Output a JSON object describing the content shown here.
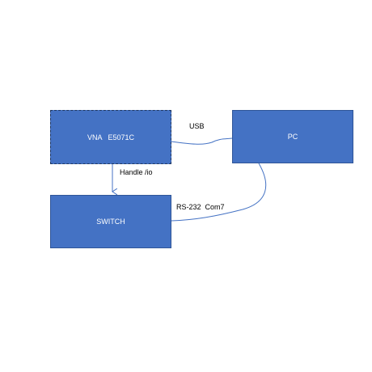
{
  "colors": {
    "box_fill": "#4472c4",
    "box_border": "#2f5597",
    "box_text": "#ffffff",
    "connector": "#4472c4",
    "label_text": "#000000"
  },
  "nodes": {
    "vna": {
      "label": "VNA   E5071C"
    },
    "pc": {
      "label": "PC"
    },
    "switch": {
      "label": "SWITCH"
    }
  },
  "edges": {
    "usb": {
      "label": "USB",
      "from": "VNA   E5071C",
      "to": "PC"
    },
    "handle_io": {
      "label": "Handle /io",
      "from": "VNA   E5071C",
      "to": "SWITCH"
    },
    "rs232": {
      "label": "RS-232  Com7",
      "from": "PC",
      "to": "SWITCH"
    }
  }
}
